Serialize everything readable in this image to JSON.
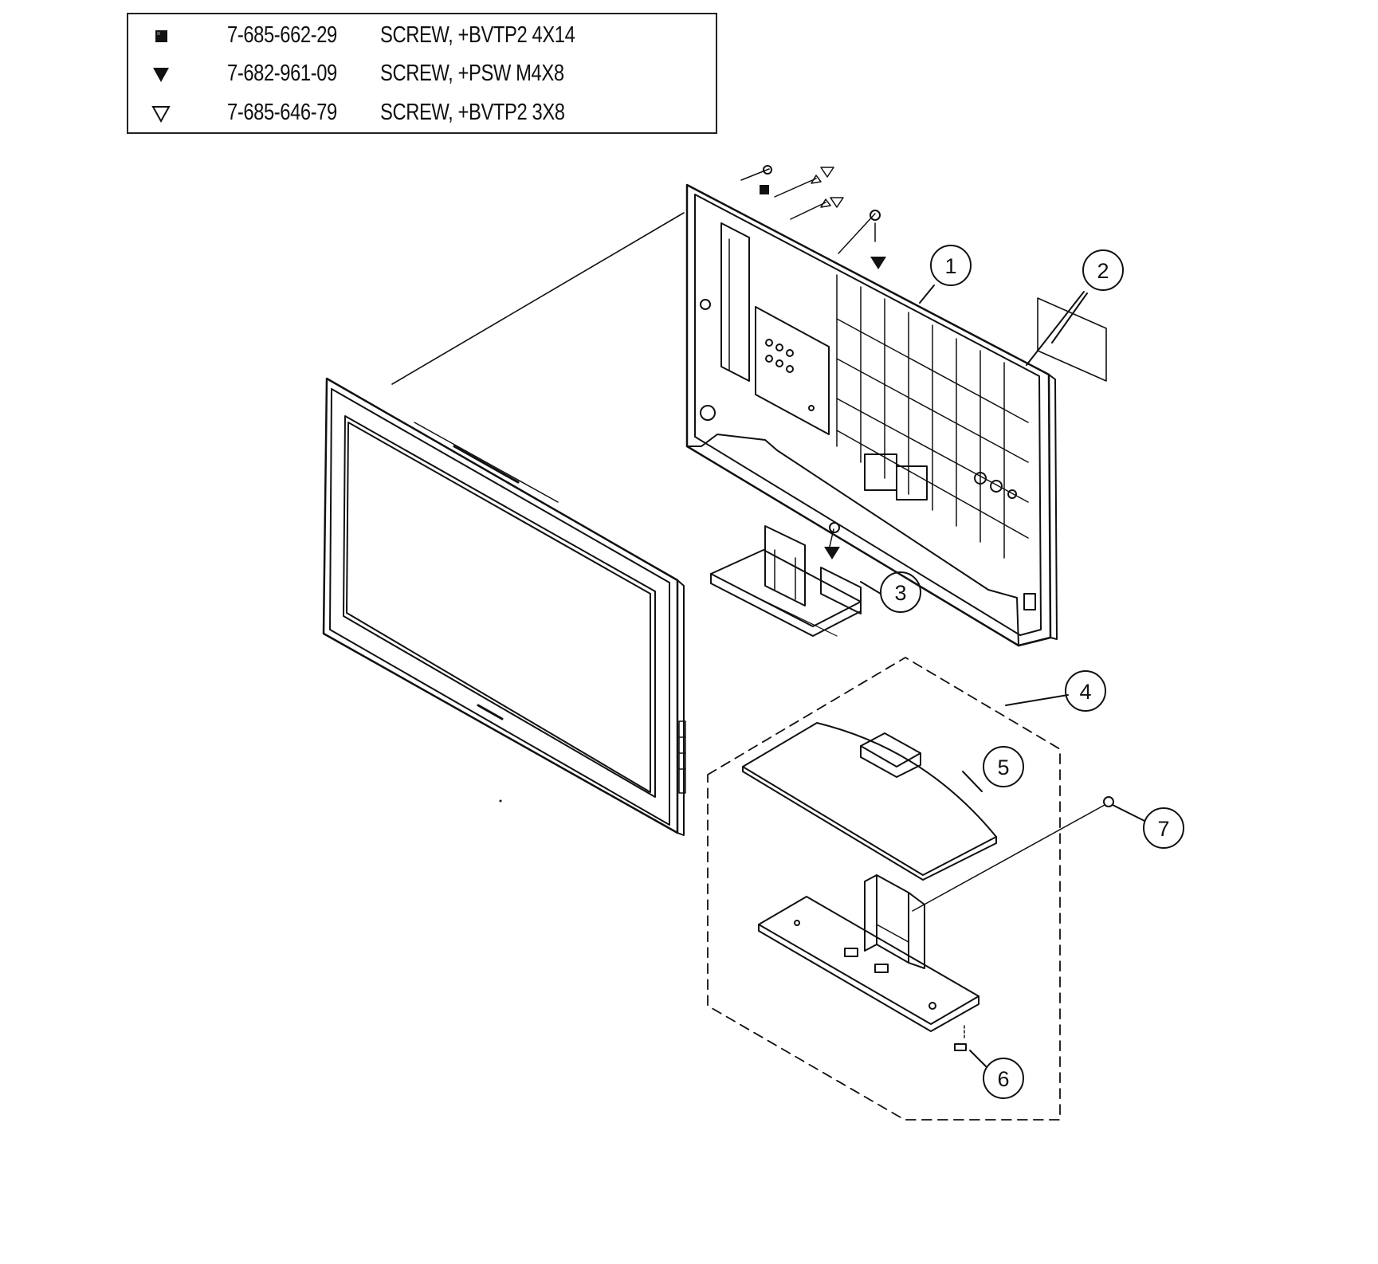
{
  "legend": {
    "rows": [
      {
        "symbol": "square-filled",
        "code": "7-685-662-29",
        "description": "SCREW, +BVTP2 4X14"
      },
      {
        "symbol": "triangle-filled",
        "code": "7-682-961-09",
        "description": "SCREW, +PSW M4X8"
      },
      {
        "symbol": "triangle-outline",
        "code": "7-685-646-79",
        "description": "SCREW, +BVTP2 3X8"
      }
    ]
  },
  "callouts": {
    "c1": "1",
    "c2": "2",
    "c3": "3",
    "c4": "4",
    "c5": "5",
    "c6": "6",
    "c7": "7"
  },
  "colors": {
    "ink": "#111111",
    "background": "#ffffff"
  }
}
